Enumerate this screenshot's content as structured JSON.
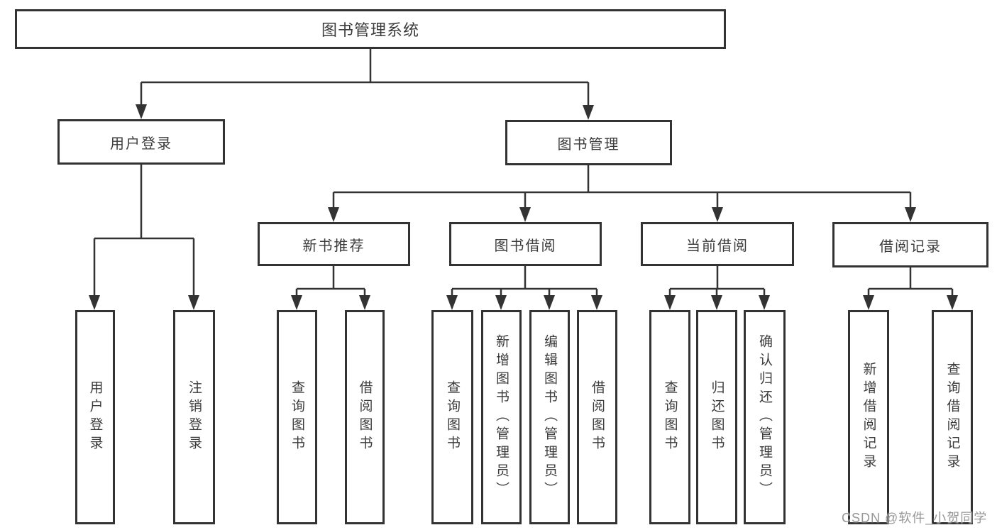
{
  "tree": {
    "label": "图书管理系统",
    "children": [
      {
        "label": "用户登录",
        "children": [
          {
            "label": "用户登录"
          },
          {
            "label": "注销登录"
          }
        ]
      },
      {
        "label": "图书管理",
        "children": [
          {
            "label": "新书推荐",
            "children": [
              {
                "label": "查询图书"
              },
              {
                "label": "借阅图书"
              }
            ]
          },
          {
            "label": "图书借阅",
            "children": [
              {
                "label": "查询图书"
              },
              {
                "label": "新增图书（管理员）"
              },
              {
                "label": "编辑图书（管理员）"
              },
              {
                "label": "借阅图书"
              }
            ]
          },
          {
            "label": "当前借阅",
            "children": [
              {
                "label": "查询图书"
              },
              {
                "label": "归还图书"
              },
              {
                "label": "确认归还（管理员）"
              }
            ]
          },
          {
            "label": "借阅记录",
            "children": [
              {
                "label": "新增借阅记录"
              },
              {
                "label": "查询借阅记录"
              }
            ]
          }
        ]
      }
    ]
  },
  "watermark": {
    "text": "CSDN @软件_小贺同学"
  },
  "colors": {
    "line": "#333333",
    "box_border": "#333333",
    "box_fill": "#ffffff",
    "text": "#3b3b3b",
    "watermark": "#979797",
    "background": "#ffffff"
  }
}
